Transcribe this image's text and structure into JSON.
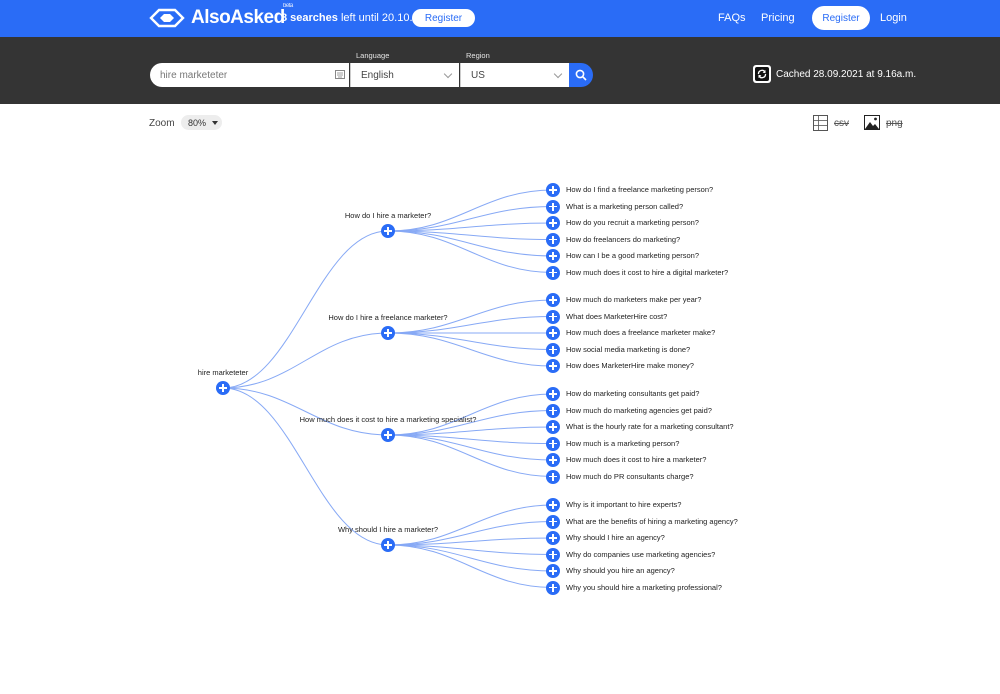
{
  "header": {
    "brand": "AlsoAsked",
    "brand_badge": "beta",
    "searches_count": "8 searches",
    "searches_suffix": "left until 20.10.2021",
    "register_cta": "Register",
    "nav": {
      "faqs": "FAQs",
      "pricing": "Pricing",
      "register": "Register",
      "login": "Login"
    },
    "accent_color": "#2a6cf6"
  },
  "search": {
    "query": "hire marketeter",
    "language_label": "Language",
    "language_value": "English",
    "region_label": "Region",
    "region_value": "US",
    "cached_text": "Cached 28.09.2021 at 9.16a.m."
  },
  "toolbar": {
    "zoom_label": "Zoom",
    "zoom_value": "80%",
    "csv_label": "csv",
    "png_label": "png"
  },
  "tree": {
    "root": "hire marketeter",
    "branches": [
      {
        "label": "How do I hire a marketer?",
        "questions": [
          "How do I find a freelance marketing person?",
          "What is a marketing person called?",
          "How do you recruit a marketing person?",
          "How do freelancers do marketing?",
          "How can I be a good marketing person?",
          "How much does it cost to hire a digital marketer?"
        ]
      },
      {
        "label": "How do I hire a freelance marketer?",
        "questions": [
          "How much do marketers make per year?",
          "What does MarketerHire cost?",
          "How much does a freelance marketer make?",
          "How social media marketing is done?",
          "How does MarketerHire make money?"
        ]
      },
      {
        "label": "How much does it cost to hire a marketing specialist?",
        "questions": [
          "How do marketing consultants get paid?",
          "How much do marketing agencies get paid?",
          "What is the hourly rate for a marketing consultant?",
          "How much is a marketing person?",
          "How much does it cost to hire a marketer?",
          "How much do PR consultants charge?"
        ]
      },
      {
        "label": "Why should I hire a marketer?",
        "questions": [
          "Why is it important to hire experts?",
          "What are the benefits of hiring a marketing agency?",
          "Why should I hire an agency?",
          "Why do companies use marketing agencies?",
          "Why should you hire an agency?",
          "Why you should hire a marketing professional?"
        ]
      }
    ]
  }
}
